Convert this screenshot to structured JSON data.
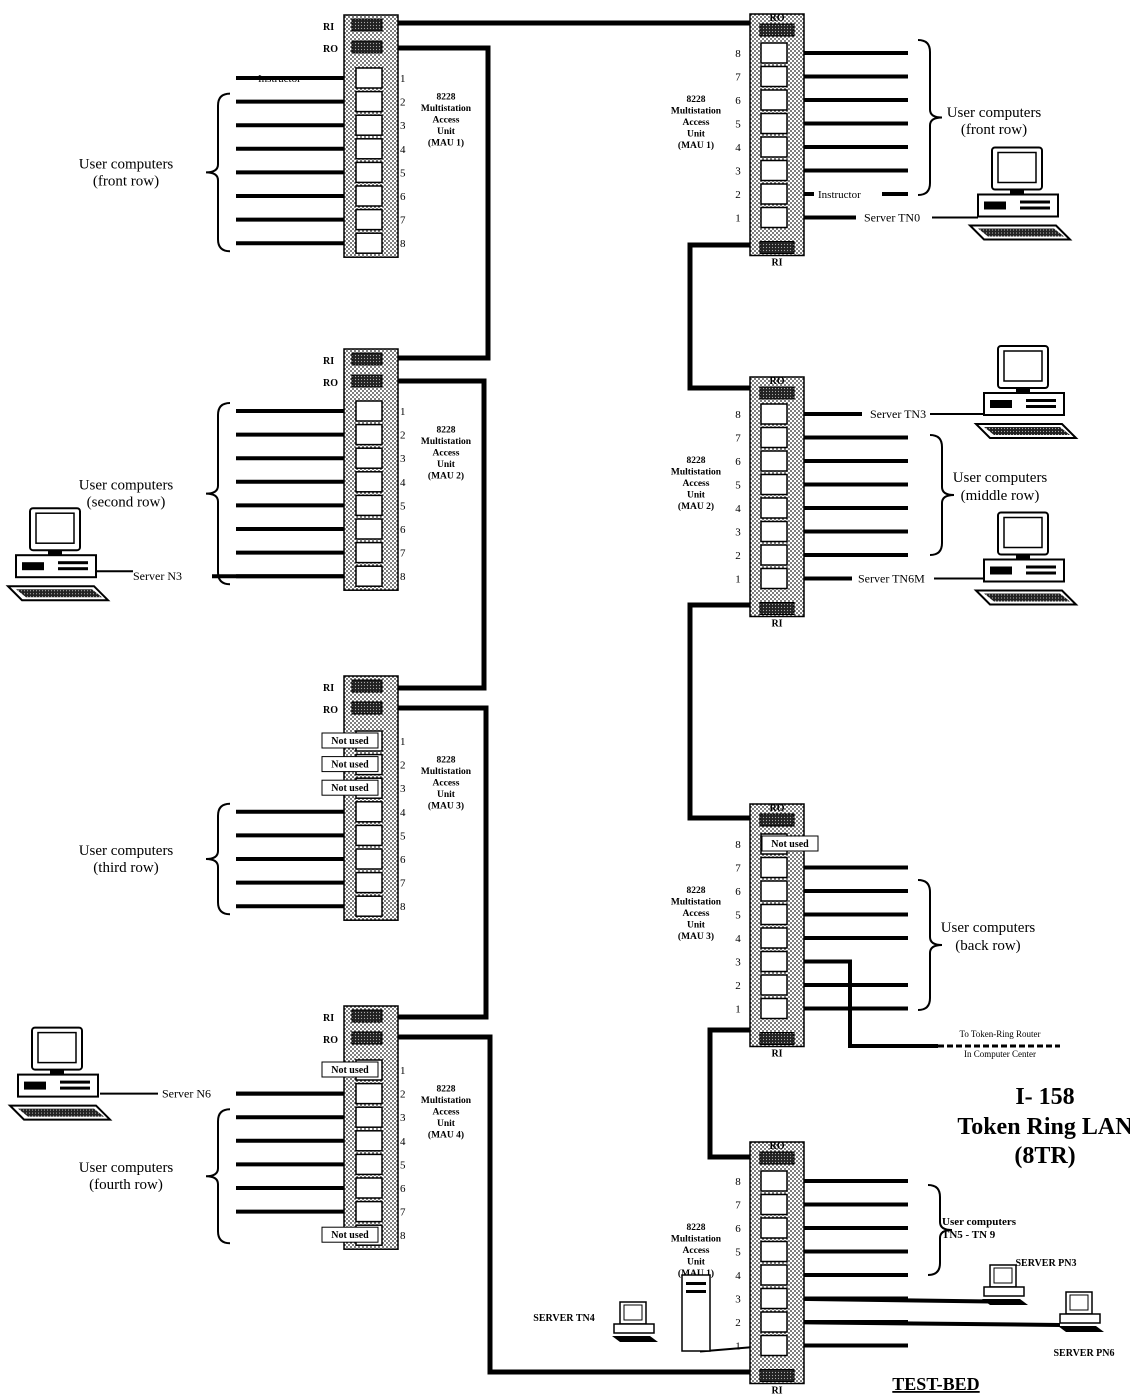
{
  "port_in_label": "RI",
  "port_out_label": "RO",
  "not_used_label": "Not used",
  "title": {
    "line1": "I- 158",
    "line2": "Token Ring LAN",
    "line3": "(8TR)"
  },
  "testbed_label": "TEST-BED",
  "left_column": {
    "maus": [
      {
        "desc": [
          "8228",
          "Multistation",
          "Access",
          "Unit",
          "(MAU 1)"
        ],
        "ports": [
          "1",
          "2",
          "3",
          "4",
          "5",
          "6",
          "7",
          "8"
        ],
        "not_used": [],
        "group": [
          "User computers",
          "(front row)"
        ],
        "instructor": "Instructor"
      },
      {
        "desc": [
          "8228",
          "Multistation",
          "Access",
          "Unit",
          "(MAU 2)"
        ],
        "ports": [
          "1",
          "2",
          "3",
          "4",
          "5",
          "6",
          "7",
          "8"
        ],
        "not_used": [],
        "group": [
          "User computers",
          "(second row)"
        ],
        "server": "Server N3"
      },
      {
        "desc": [
          "8228",
          "Multistation",
          "Access",
          "Unit",
          "(MAU 3)"
        ],
        "ports": [
          "1",
          "2",
          "3",
          "4",
          "5",
          "6",
          "7",
          "8"
        ],
        "not_used": [
          1,
          2,
          3
        ],
        "group": [
          "User computers",
          "(third row)"
        ]
      },
      {
        "desc": [
          "8228",
          "Multistation",
          "Access",
          "Unit",
          "(MAU 4)"
        ],
        "ports": [
          "1",
          "2",
          "3",
          "4",
          "5",
          "6",
          "7",
          "8"
        ],
        "not_used": [
          1,
          8
        ],
        "group": [
          "User computers",
          "(fourth row)"
        ],
        "server": "Server N6"
      }
    ]
  },
  "right_column": {
    "maus": [
      {
        "desc": [
          "8228",
          "Multistation",
          "Access",
          "Unit",
          "(MAU 1)"
        ],
        "ports": [
          "8",
          "7",
          "6",
          "5",
          "4",
          "3",
          "2",
          "1"
        ],
        "group": [
          "User computers",
          "(front row)"
        ],
        "instructor": "Instructor",
        "server": "Server TN0"
      },
      {
        "desc": [
          "8228",
          "Multistation",
          "Access",
          "Unit",
          "(MAU 2)"
        ],
        "ports": [
          "8",
          "7",
          "6",
          "5",
          "4",
          "3",
          "2",
          "1"
        ],
        "group": [
          "User computers",
          "(middle row)"
        ],
        "server_top": "Server TN3",
        "server_bottom": "Server TN6M"
      },
      {
        "desc": [
          "8228",
          "Multistation",
          "Access",
          "Unit",
          "(MAU 3)"
        ],
        "ports": [
          "8",
          "7",
          "6",
          "5",
          "4",
          "3",
          "2",
          "1"
        ],
        "not_used": [
          8
        ],
        "group": [
          "User computers",
          "(back row)"
        ],
        "router": [
          "To Token-Ring Router",
          "In Computer Center"
        ]
      },
      {
        "desc": [
          "8228",
          "Multistation",
          "Access",
          "Unit",
          "(MAU 1)"
        ],
        "ports": [
          "8",
          "7",
          "6",
          "5",
          "4",
          "3",
          "2",
          "1"
        ],
        "group": [
          "User computers",
          "TN5 - TN 9"
        ],
        "server_pn3": "SERVER PN3",
        "server_pn6": "SERVER PN6",
        "server_tn4": "SERVER TN4"
      }
    ]
  }
}
